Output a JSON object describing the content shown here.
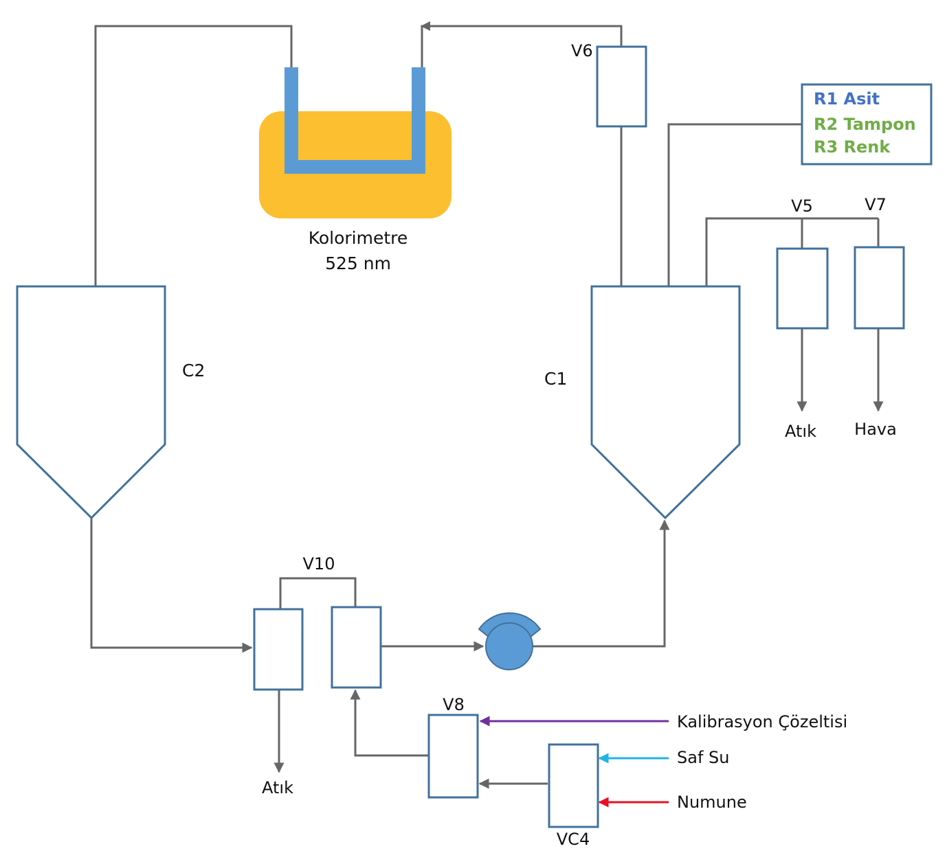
{
  "colorimeter": {
    "name": "Kolorimetre",
    "wavelength": "525 nm",
    "body_color": "#fbbf2f",
    "cell_color": "#5b9bd5"
  },
  "tanks": {
    "c1": "C1",
    "c2": "C2"
  },
  "valves": {
    "v5": "V5",
    "v6": "V6",
    "v7": "V7",
    "v8": "V8",
    "v10": "V10",
    "vc4": "VC4"
  },
  "outlets": {
    "waste_right": "Atık",
    "air": "Hava",
    "waste_bottom": "Atık"
  },
  "reagents": [
    {
      "label": "R1 Asit",
      "color": "#4472c4"
    },
    {
      "label": "R2 Tampon",
      "color": "#70ad47"
    },
    {
      "label": "R3 Renk",
      "color": "#70ad47"
    }
  ],
  "inputs": [
    {
      "label": "Kalibrasyon  Çözeltisi",
      "color": "#7030a0"
    },
    {
      "label": "Saf Su",
      "color": "#1fb4e6"
    },
    {
      "label": "Numune",
      "color": "#e81123"
    }
  ],
  "pump": {
    "color": "#5b9bd5",
    "stroke": "#41719c"
  },
  "colors": {
    "pipe": "#666666",
    "outline": "#41719c"
  }
}
